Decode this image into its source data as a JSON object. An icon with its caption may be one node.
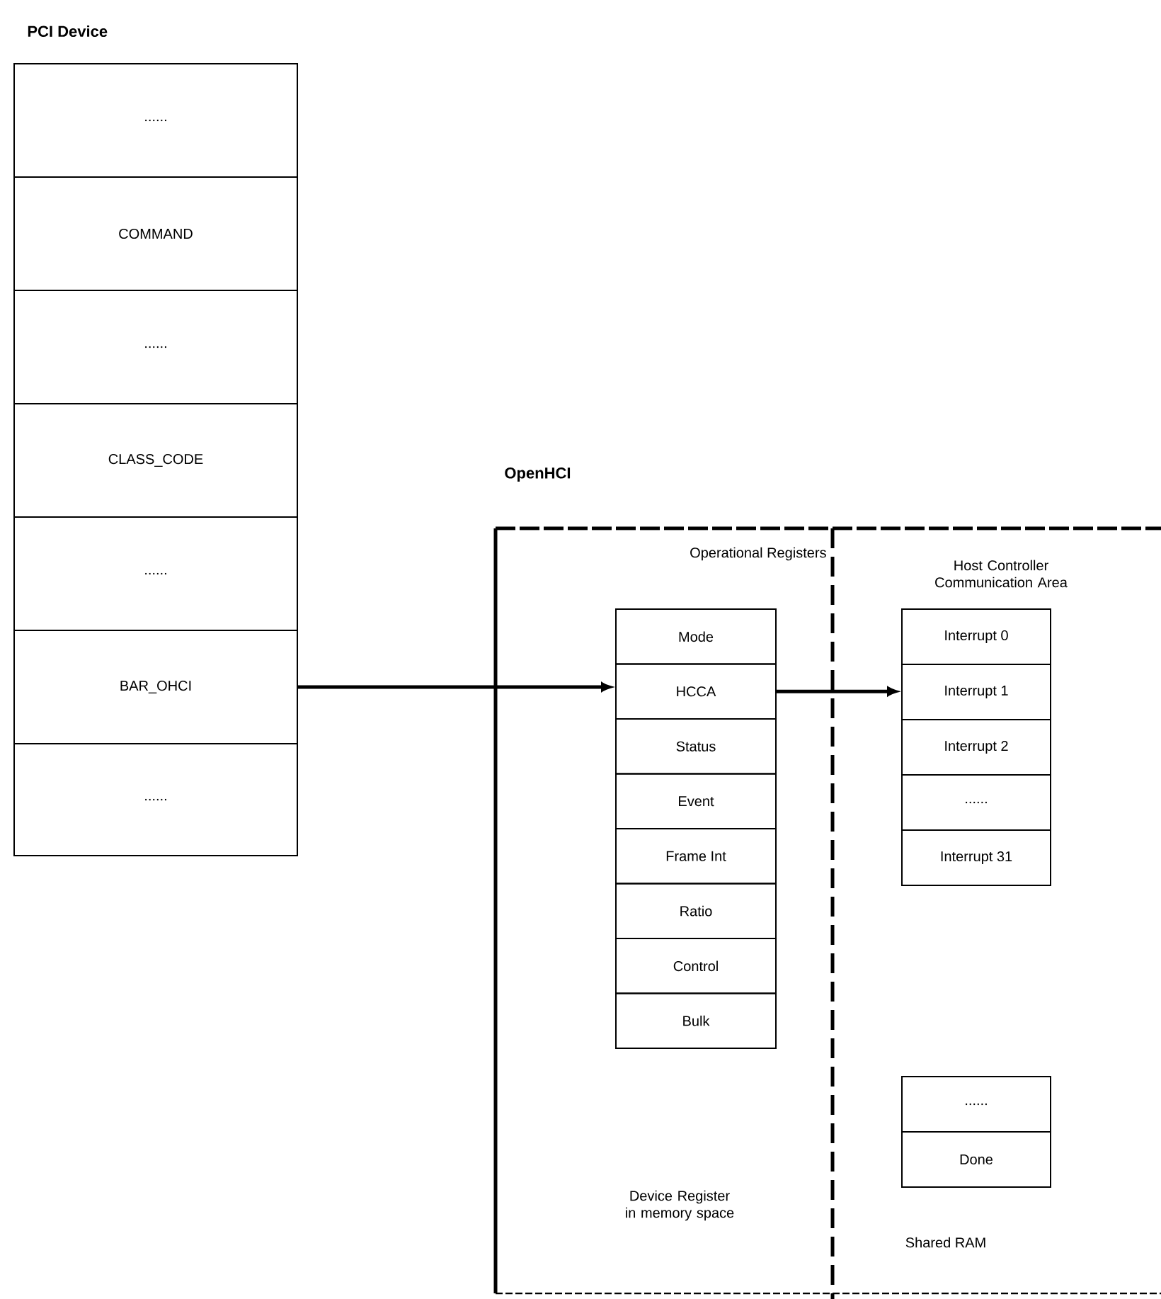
{
  "diagram": {
    "nodes": [
      {
        "text": [
          "PCI Device"
        ]
      },
      {
        "text": [
          "......"
        ],
        "in": 0
      },
      {
        "text": [
          "COMMAND"
        ],
        "in": 0
      },
      {
        "text": [
          "......"
        ],
        "in": 0
      },
      {
        "text": [
          "CLASS_CODE"
        ],
        "in": 0
      },
      {
        "text": [
          "......"
        ],
        "in": 0
      },
      {
        "text": [
          "BAR_OHCI"
        ],
        "in": 0
      },
      {
        "text": [
          "......"
        ],
        "in": 0
      },
      {
        "text": [
          "OpenHCI"
        ]
      },
      {
        "text": [
          "Operational Registers",
          "Device Register in memory space"
        ],
        "in": 8
      },
      {
        "text": [],
        "shape": "box",
        "in": 9
      },
      {
        "text": [
          "Mode"
        ],
        "in": 10
      },
      {
        "text": [
          "HCCA"
        ],
        "in": 10
      },
      {
        "text": [
          "Status"
        ],
        "in": 10
      },
      {
        "text": [
          "Event"
        ],
        "in": 10
      },
      {
        "text": [
          "Frame Int"
        ],
        "in": 10
      },
      {
        "text": [
          "Ratio"
        ],
        "in": 10
      },
      {
        "text": [
          "Control"
        ],
        "in": 10
      },
      {
        "text": [
          "Bulk"
        ],
        "in": 10
      },
      {
        "text": [
          "Host Controller Communication Area",
          "Shared RAM"
        ],
        "in": 8
      },
      {
        "text": [
          "Interrupt 0"
        ],
        "in": 19
      },
      {
        "text": [
          "Interrupt 1"
        ],
        "in": 19
      },
      {
        "text": [
          "Interrupt 2"
        ],
        "in": 19
      },
      {
        "text": [
          "......"
        ],
        "in": 19
      },
      {
        "text": [
          "Interrupt 31"
        ],
        "in": 19
      },
      {
        "text": [
          "......"
        ],
        "in": 19
      },
      {
        "text": [
          "Done"
        ],
        "in": 19
      }
    ],
    "edges": [
      {
        "from": 6,
        "to": 10,
        "arrow": "to"
      },
      {
        "from": 12,
        "to": 21,
        "arrow": "to"
      }
    ]
  }
}
